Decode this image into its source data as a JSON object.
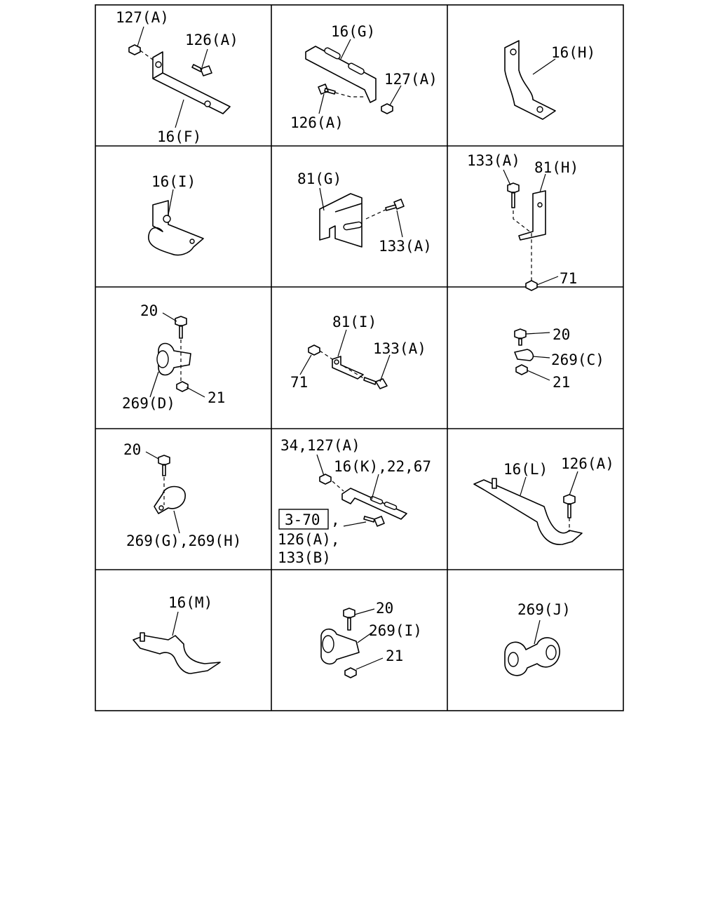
{
  "cells": [
    {
      "labels": [
        "127(A)",
        "126(A)",
        "16(F)"
      ]
    },
    {
      "labels": [
        "16(G)",
        "127(A)",
        "126(A)"
      ]
    },
    {
      "labels": [
        "16(H)"
      ]
    },
    {
      "labels": [
        "16(I)"
      ]
    },
    {
      "labels": [
        "81(G)",
        "133(A)"
      ]
    },
    {
      "labels": [
        "133(A)",
        "81(H)",
        "71"
      ]
    },
    {
      "labels": [
        "20",
        "269(D)",
        "21"
      ]
    },
    {
      "labels": [
        "81(I)",
        "133(A)",
        "71"
      ]
    },
    {
      "labels": [
        "20",
        "269(C)",
        "21"
      ]
    },
    {
      "labels": [
        "20",
        "269(G),269(H)"
      ]
    },
    {
      "labels": [
        "34,127(A)",
        "16(K),22,67",
        "3-70",
        ",",
        "126(A),",
        "133(B)"
      ]
    },
    {
      "labels": [
        "16(L)",
        "126(A)"
      ]
    },
    {
      "labels": [
        "16(M)"
      ]
    },
    {
      "labels": [
        "20",
        "269(I)",
        "21"
      ]
    },
    {
      "labels": [
        "269(J)"
      ]
    }
  ]
}
